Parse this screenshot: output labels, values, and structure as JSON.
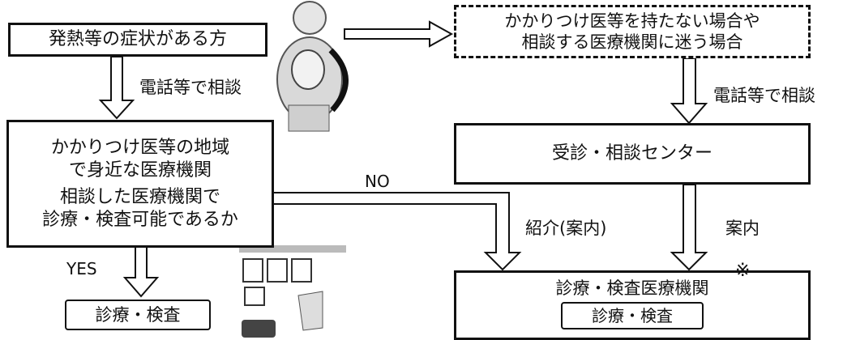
{
  "boxes": {
    "symptoms": "発熱等の症状がある方",
    "no_doctor_line1": "かかりつけ医等を持たない場合や",
    "no_doctor_line2": "相談する医療機関に迷う場合",
    "family_clinic_line1": "かかりつけ医等の地域",
    "family_clinic_line2": "で身近な医療機関",
    "family_clinic_line3": "相談した医療機関で",
    "family_clinic_line4": "診療・検査可能であるか",
    "center": "受診・相談センター",
    "testing_facility_title": "診療・検査医療機関",
    "exam_left": "診療・検査",
    "exam_right": "診療・検査"
  },
  "labels": {
    "phone_left": "電話等で相談",
    "phone_right": "電話等で相談",
    "no": "NO",
    "yes": "YES",
    "referral": "紹介(案内)",
    "guide": "案内",
    "asterisk": "※"
  }
}
